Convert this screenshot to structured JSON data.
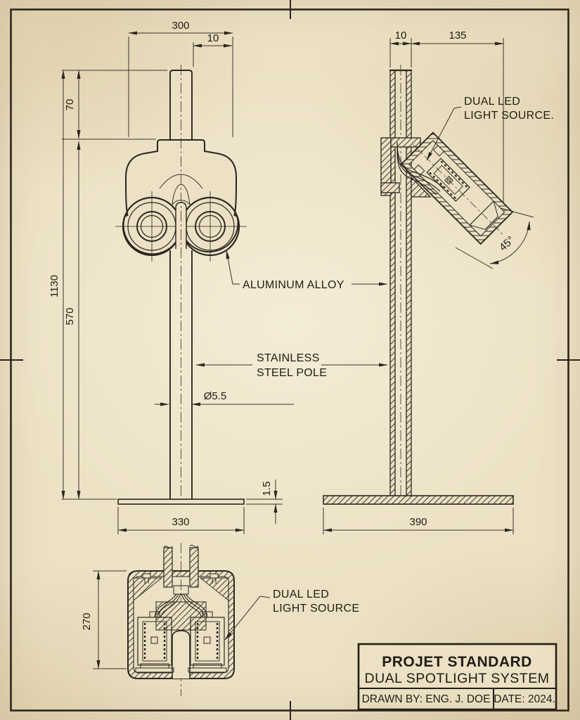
{
  "page": {
    "paper_color": "#ece1c4",
    "ink_color": "#2b2620"
  },
  "views": {
    "front": {
      "dims": {
        "head_width": "300",
        "top_offset": "10",
        "cap_height": "70",
        "total_height": "1130",
        "pole_height": "570",
        "pole_diameter": "Ø5.5",
        "base_thickness": "1.5",
        "base_width": "330"
      }
    },
    "side": {
      "dims": {
        "pole_width": "10",
        "head_reach": "135",
        "tilt_angle": "45°",
        "base_width": "390"
      },
      "led_label_line1": "DUAL LED",
      "led_label_line2": "LIGHT SOURCE."
    },
    "section": {
      "dims": {
        "head_height": "270"
      },
      "led_label_line1": "DUAL LED",
      "led_label_line2": "LIGHT SOURCE"
    },
    "labels": {
      "aluminum": "ALUMINUM ALLOY",
      "stainless_line1": "STAINLESS",
      "stainless_line2": "STEEL POLE"
    }
  },
  "title_block": {
    "project": "PROJET STANDARD",
    "subtitle": "DUAL SPOTLIGHT SYSTEM",
    "drawn_by": "DRAWN BY: ENG. J. DOE",
    "date": "DATE: 2024."
  }
}
